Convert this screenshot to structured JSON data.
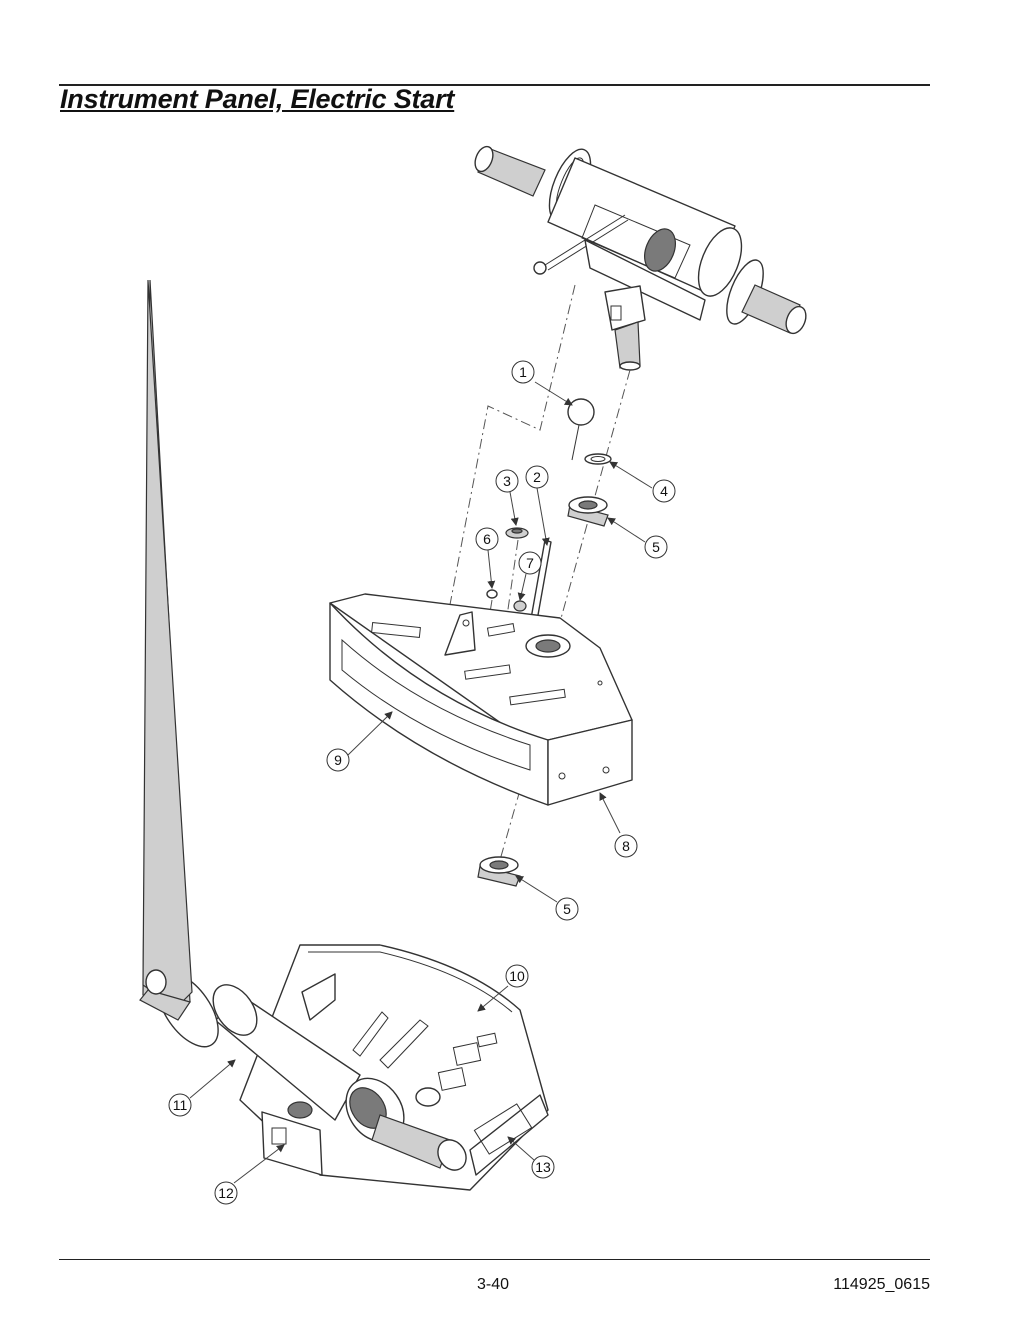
{
  "page": {
    "title": "Instrument Panel, Electric Start",
    "page_number": "3-40",
    "document_id": "114925_0615"
  },
  "callouts": {
    "c1": "1",
    "c2": "2",
    "c3": "3",
    "c4": "4",
    "c5a": "5",
    "c5b": "5",
    "c6": "6",
    "c7": "7",
    "c8": "8",
    "c9": "9",
    "c10": "10",
    "c11": "11",
    "c12": "12",
    "c13": "13"
  }
}
